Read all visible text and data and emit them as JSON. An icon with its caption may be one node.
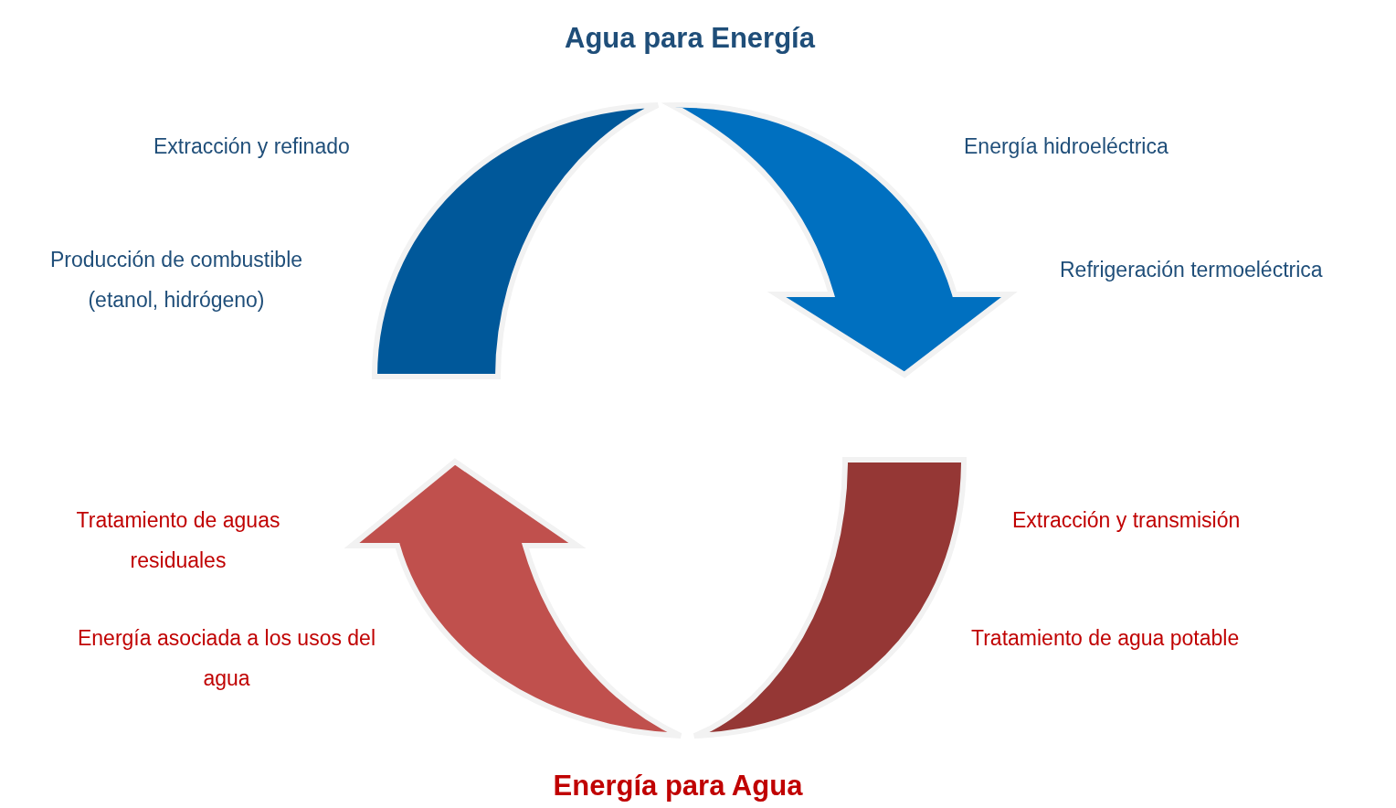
{
  "diagram": {
    "labels": [
      "Agua para Energía",
      "Extracción y refinado",
      "Energía hidroeléctrica",
      "Producción de combustible (etanol, hidrógeno)",
      "Refrigeración termoeléctrica",
      "Tratamiento de aguas residuales",
      "Extracción y transmisión",
      "Energía asociada a los usos del agua",
      "Tratamiento de agua potable",
      "Energía para Agua"
    ]
  }
}
